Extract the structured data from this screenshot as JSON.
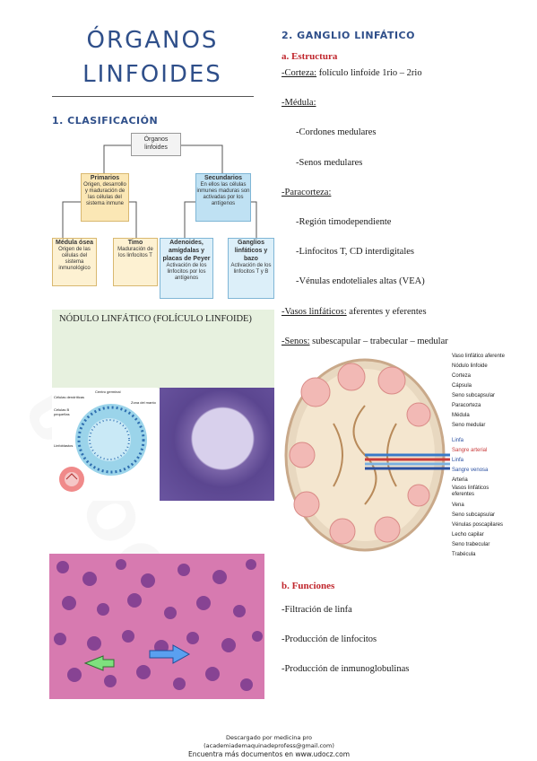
{
  "title": {
    "line1": "ÓRGANOS",
    "line2": "LINFOIDES"
  },
  "left": {
    "section1": "1. CLASIFICACIÓN",
    "diagram": {
      "root": {
        "line1": "Órganos",
        "line2": "linfoides"
      },
      "primarios": {
        "title": "Primarios",
        "desc": "Origen, desarrollo y maduración de las células del sistema inmune"
      },
      "secundarios": {
        "title": "Secundarios",
        "desc": "En ellos las células inmunes maduras son activadas por los antígenos"
      },
      "medula": {
        "title": "Médula ósea",
        "desc": "Origen de las células del sistema inmunológico"
      },
      "timo": {
        "title": "Timo",
        "desc": "Maduración de los linfocitos T"
      },
      "adenoides": {
        "title": "Adenoides, amígdalas y placas de Peyer",
        "desc": "Activación de los linfocitos por los antígenos"
      },
      "ganglios": {
        "title": "Ganglios linfáticos y bazo",
        "desc": "Activación de los linfocitos T y B"
      }
    },
    "nodulo_title": "NÓDULO LINFÁTICO (FOLÍCULO LINFOIDE)",
    "nodulo_labels": {
      "centro": "Centro germinal",
      "celulas_dendriticas": "Células dendríticas",
      "celulas_b": "Células B pequeñas",
      "zona_manto": "Zona del manto",
      "linfoblastos": "Linfoblastos"
    }
  },
  "right": {
    "section2": "2. GANGLIO LINFÁTICO",
    "estructura": "a. Estructura",
    "lines": [
      {
        "u": "-Corteza:",
        "t": " folículo linfoide 1rio – 2rio"
      },
      {
        "u": "-Médula:",
        "t": ""
      },
      {
        "u": "",
        "t": "-Cordones medulares"
      },
      {
        "u": "",
        "t": "-Senos medulares"
      },
      {
        "u": "-Paracorteza:",
        "t": ""
      },
      {
        "u": "",
        "t": "-Región timodependiente"
      },
      {
        "u": "",
        "t": "-Linfocitos T, CD interdigitales"
      },
      {
        "u": "",
        "t": "-Vénulas endoteliales altas (VEA)"
      },
      {
        "u": "-Vasos linfáticos:",
        "t": " aferentes y eferentes"
      },
      {
        "u": "-Senos:",
        "t": " subescapular – trabecular – medular"
      }
    ],
    "ganglio_labels": [
      "Vaso linfático aferente",
      "Nódulo linfoide",
      "Corteza",
      "Cápsula",
      "Seno subcapsular",
      "Paracorteza",
      "Médula",
      "Seno medular",
      "Linfa",
      "Sangre arterial",
      "Linfa",
      "Sangre venosa",
      "Arteria",
      "Vasos linfáticos eferentes",
      "Vena",
      "Seno subcapsular",
      "Vénulas poscapilares",
      "Lecho capilar",
      "Seno trabecular",
      "Trabécula"
    ],
    "funciones": "b. Funciones",
    "funciones_items": [
      "-Filtración de linfa",
      "-Producción de linfocitos",
      "-Producción de inmunoglobulinas"
    ]
  },
  "footer": {
    "line1": "Descargado por medicina pro",
    "line2": "(academiademaquinadeprofess@gmail.com)",
    "line3": "Encuentra más documentos en www.udocz.com"
  },
  "colors": {
    "title_blue": "#2f4f8a",
    "heading_red": "#c0262d"
  }
}
